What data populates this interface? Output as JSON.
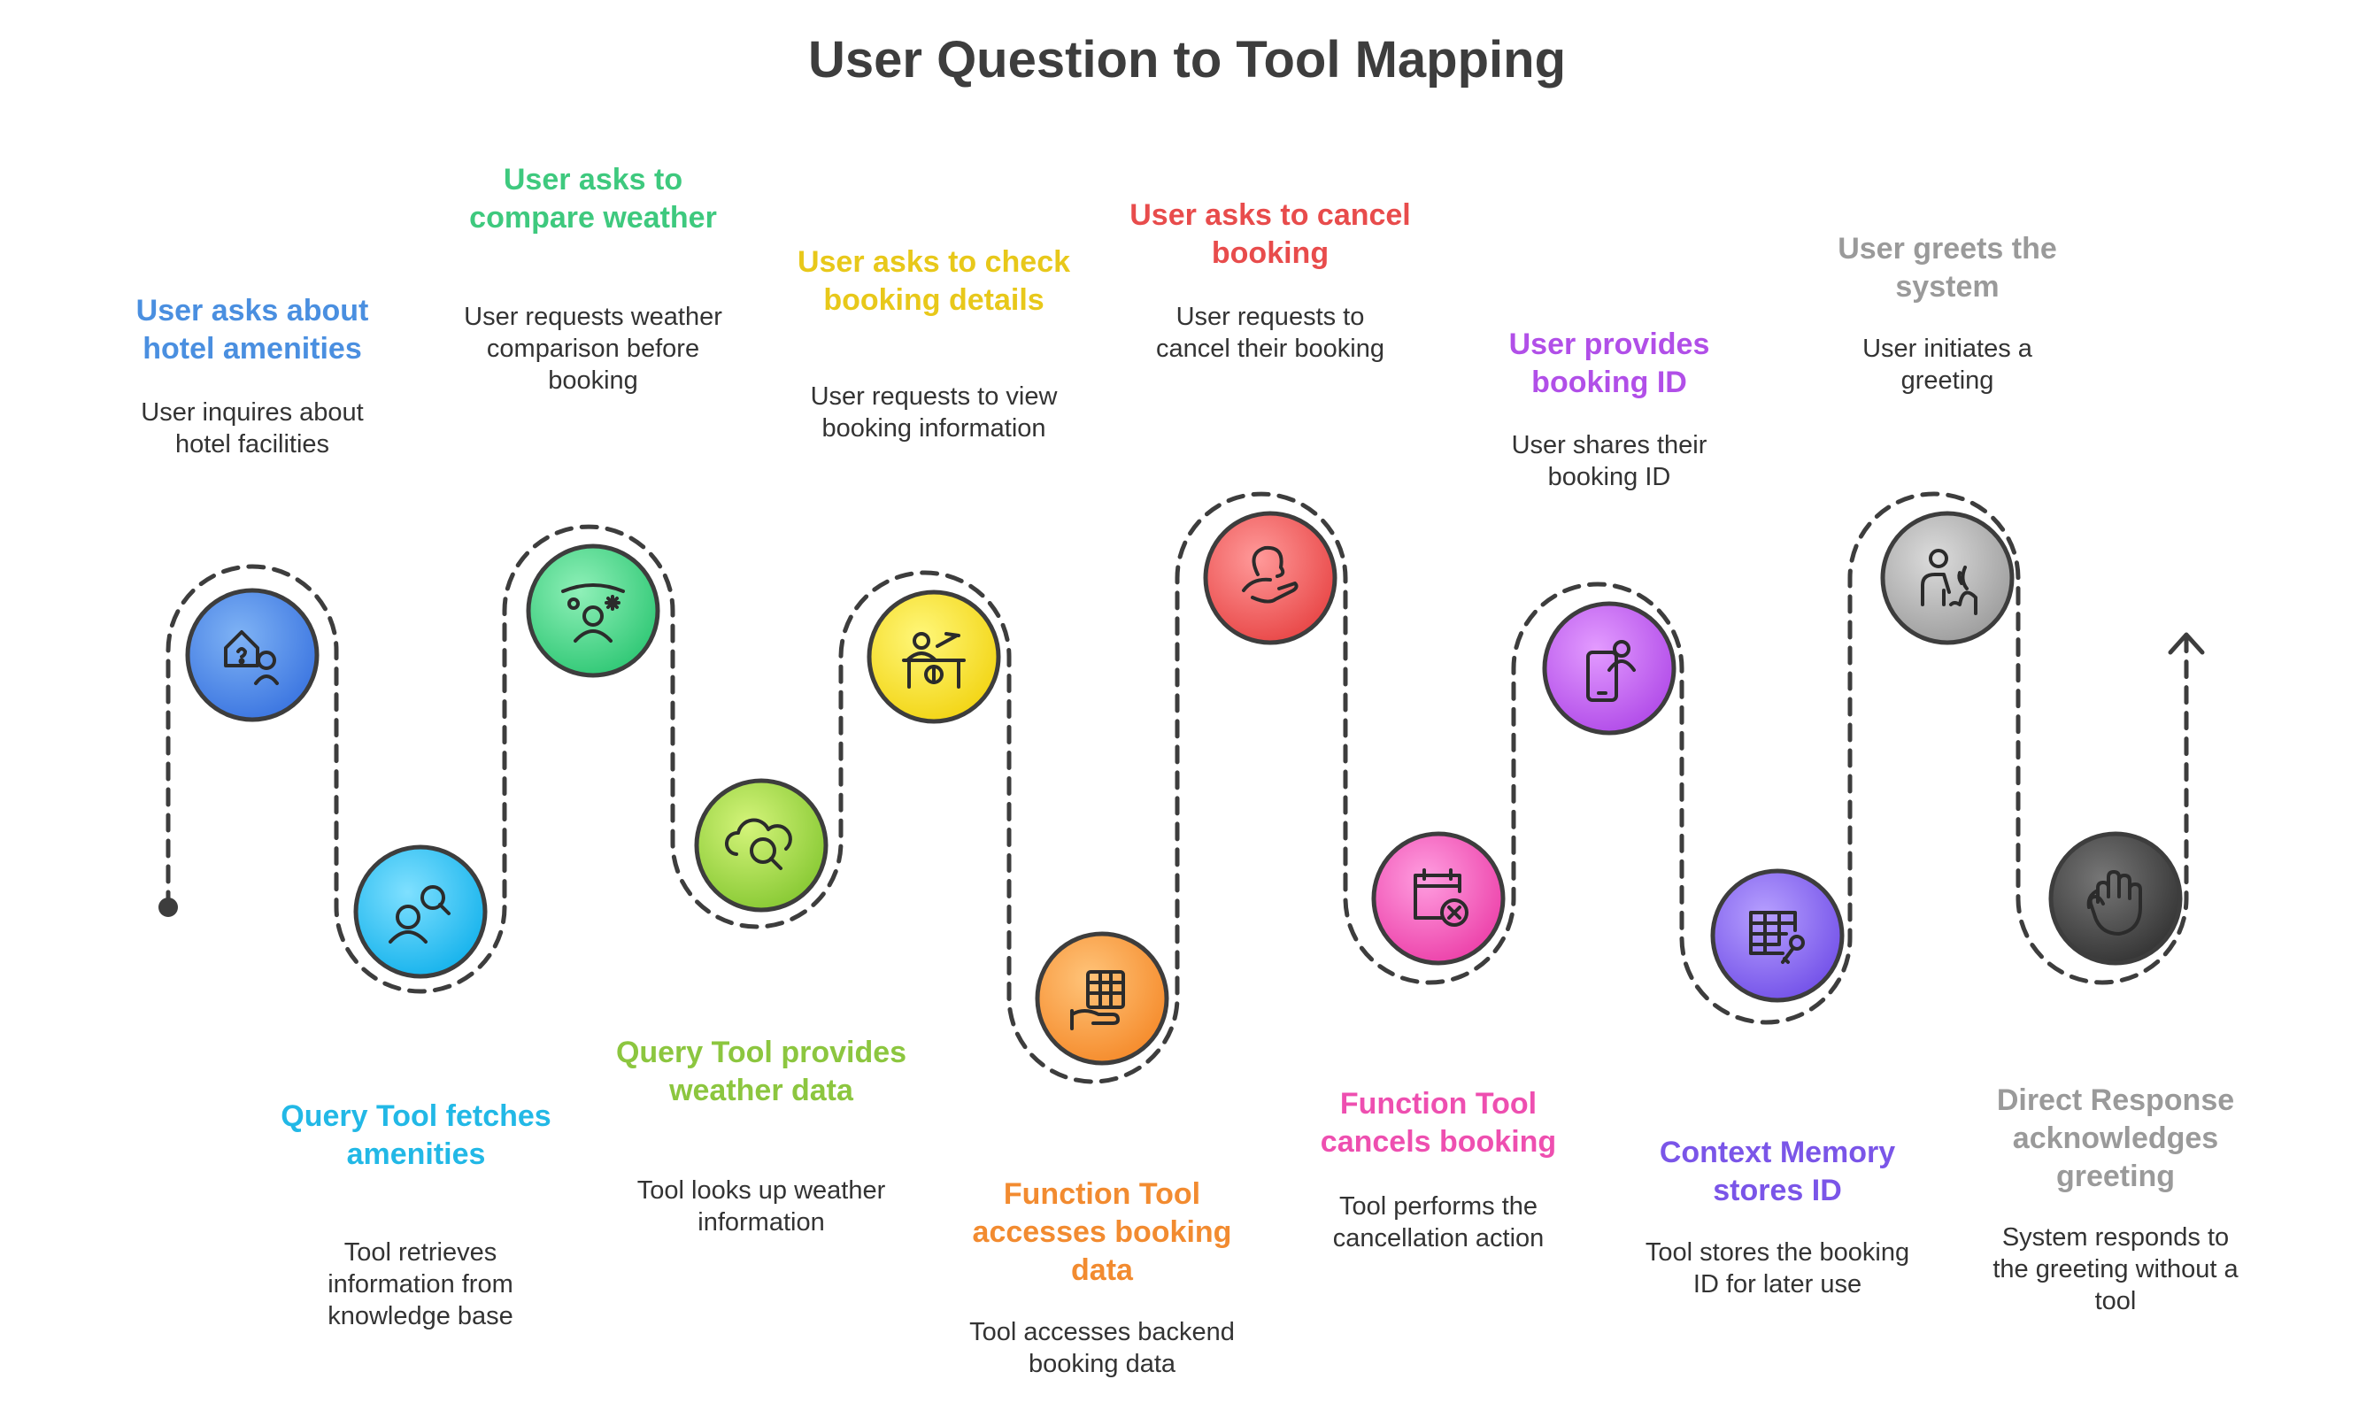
{
  "title": "User Question to Tool Mapping",
  "steps": [
    {
      "heading": "User asks about hotel amenities",
      "description": "User inquires about hotel facilities",
      "color": "#4a8fe0",
      "icon": "hotel-question-icon"
    },
    {
      "heading": "Query Tool fetches amenities",
      "description": "Tool retrieves information from knowledge base",
      "color": "#22b8e6",
      "icon": "search-person-icon"
    },
    {
      "heading": "User asks to compare weather",
      "description": "User requests weather comparison before booking",
      "color": "#3ec97e",
      "icon": "weather-compare-icon"
    },
    {
      "heading": "Query Tool provides weather data",
      "description": "Tool looks up weather information",
      "color": "#8cc63f",
      "icon": "cloud-search-icon"
    },
    {
      "heading": "User asks to check booking details",
      "description": "User requests to view booking information",
      "color": "#e8c81a",
      "icon": "desk-person-icon"
    },
    {
      "heading": "Function Tool accesses booking data",
      "description": "Tool accesses backend booking data",
      "color": "#f28b30",
      "icon": "spreadsheet-hand-icon"
    },
    {
      "heading": "User asks to cancel booking",
      "description": "User requests to cancel their booking",
      "color": "#e84c4c",
      "icon": "person-hand-icon"
    },
    {
      "heading": "Function Tool cancels booking",
      "description": "Tool performs the cancellation action",
      "color": "#ee4fb0",
      "icon": "calendar-cancel-icon"
    },
    {
      "heading": "User provides booking ID",
      "description": "User shares their booking ID",
      "color": "#b14fe8",
      "icon": "phone-user-icon"
    },
    {
      "heading": "Context Memory stores ID",
      "description": "Tool stores the booking ID for later use",
      "color": "#7a55e8",
      "icon": "table-key-icon"
    },
    {
      "heading": "User greets the system",
      "description": "User initiates a greeting",
      "color": "#9a9a9a",
      "icon": "person-wave-icon"
    },
    {
      "heading": "Direct Response acknowledges greeting",
      "description": "System responds to the greeting without a tool",
      "color": "#555555",
      "icon": "hand-icon"
    }
  ]
}
